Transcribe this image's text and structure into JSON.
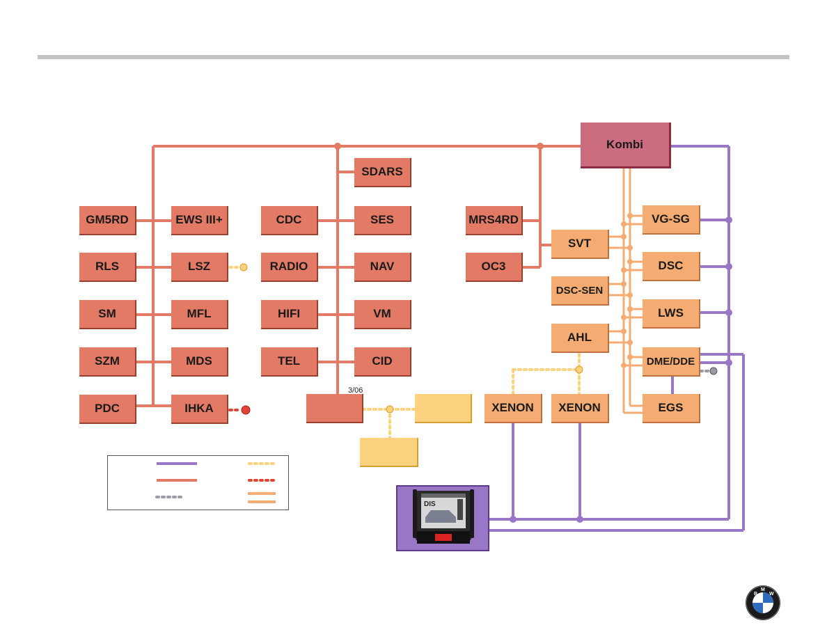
{
  "version_label": "3/06",
  "colors": {
    "background": "#ffffff",
    "header_rule": "#c4c4c4",
    "k_can_bus_red": "#e27a66",
    "pt_can_purple": "#9a76c6",
    "f_can_orange": "#f5ac72",
    "lin_yellow": "#fcd27e",
    "kombi": "#cb6d7e",
    "bsd_grey": "#9a9aa6",
    "byteflight_red": "#e04535"
  },
  "modules": {
    "kombi": "Kombi",
    "gm5rd": "GM5RD",
    "ews": "EWS III+",
    "rls": "RLS",
    "lsz": "LSZ",
    "sm": "SM",
    "mfl": "MFL",
    "szm": "SZM",
    "mds": "MDS",
    "pdc": "PDC",
    "ihka": "IHKA",
    "cdc": "CDC",
    "radio": "RADIO",
    "hifi": "HIFI",
    "tel": "TEL",
    "sdars": "SDARS",
    "ses": "SES",
    "nav": "NAV",
    "vm": "VM",
    "cid": "CID",
    "mrs4rd": "MRS4RD",
    "oc3": "OC3",
    "svt": "SVT",
    "dsc_sen": "DSC-SEN",
    "ahl": "AHL",
    "vg_sg": "VG-SG",
    "dsc": "DSC",
    "lws": "LWS",
    "dme_dde": "DME/DDE",
    "egs": "EGS",
    "xenon_left": "XENON",
    "xenon_right": "XENON",
    "gateway_unlabeled": "",
    "lin_box_right": "",
    "lin_box_bottom": ""
  },
  "legend": {
    "entries": [
      {
        "style": "purple-solid",
        "label": ""
      },
      {
        "style": "red-solid",
        "label": ""
      },
      {
        "style": "grey-dotted",
        "label": ""
      },
      {
        "style": "yellow-dotted",
        "label": ""
      },
      {
        "style": "red-dotted",
        "label": ""
      },
      {
        "style": "orange-double",
        "label": ""
      }
    ]
  },
  "tester": {
    "screen_text": "DIS",
    "icon": "diagnostic-tester-icon"
  },
  "logo": {
    "icon": "bmw-roundel-icon",
    "letters": "BMW"
  }
}
